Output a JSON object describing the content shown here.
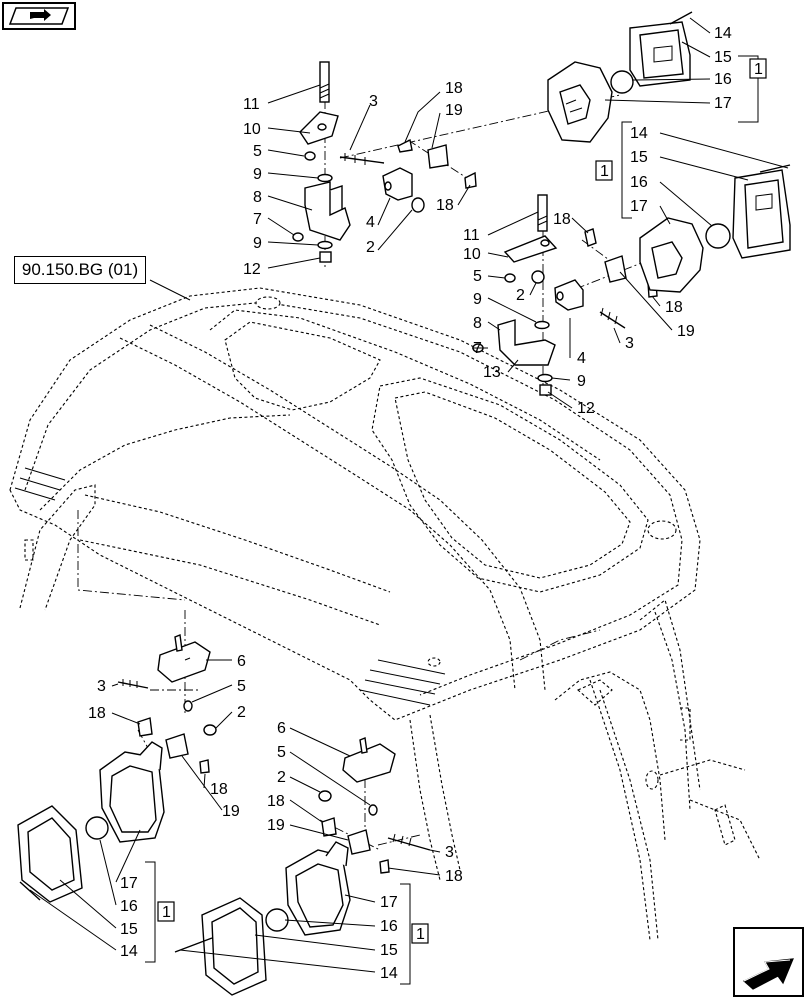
{
  "reference_label": "90.150.BG (01)",
  "group_marker": "1",
  "nav": {
    "previous_icon": "folder-back-icon",
    "next_icon": "arrow-next-icon"
  },
  "callouts": {
    "upper_left": [
      "11",
      "10",
      "5",
      "9",
      "8",
      "7",
      "9",
      "12",
      "3",
      "18",
      "19",
      "4",
      "2",
      "18"
    ],
    "upper_right_lamp": [
      "14",
      "15",
      "16",
      "17"
    ],
    "right_lamp": [
      "14",
      "15",
      "16",
      "17"
    ],
    "upper_middle": [
      "11",
      "18",
      "10",
      "5",
      "2",
      "9",
      "8",
      "7",
      "13",
      "4",
      "9",
      "12",
      "18",
      "19",
      "3"
    ],
    "lower_left": [
      "6",
      "3",
      "5",
      "18",
      "2",
      "18",
      "19",
      "17",
      "16",
      "15",
      "14"
    ],
    "lower_middle": [
      "6",
      "5",
      "2",
      "18",
      "19",
      "3",
      "18",
      "17",
      "16",
      "15",
      "14"
    ]
  }
}
